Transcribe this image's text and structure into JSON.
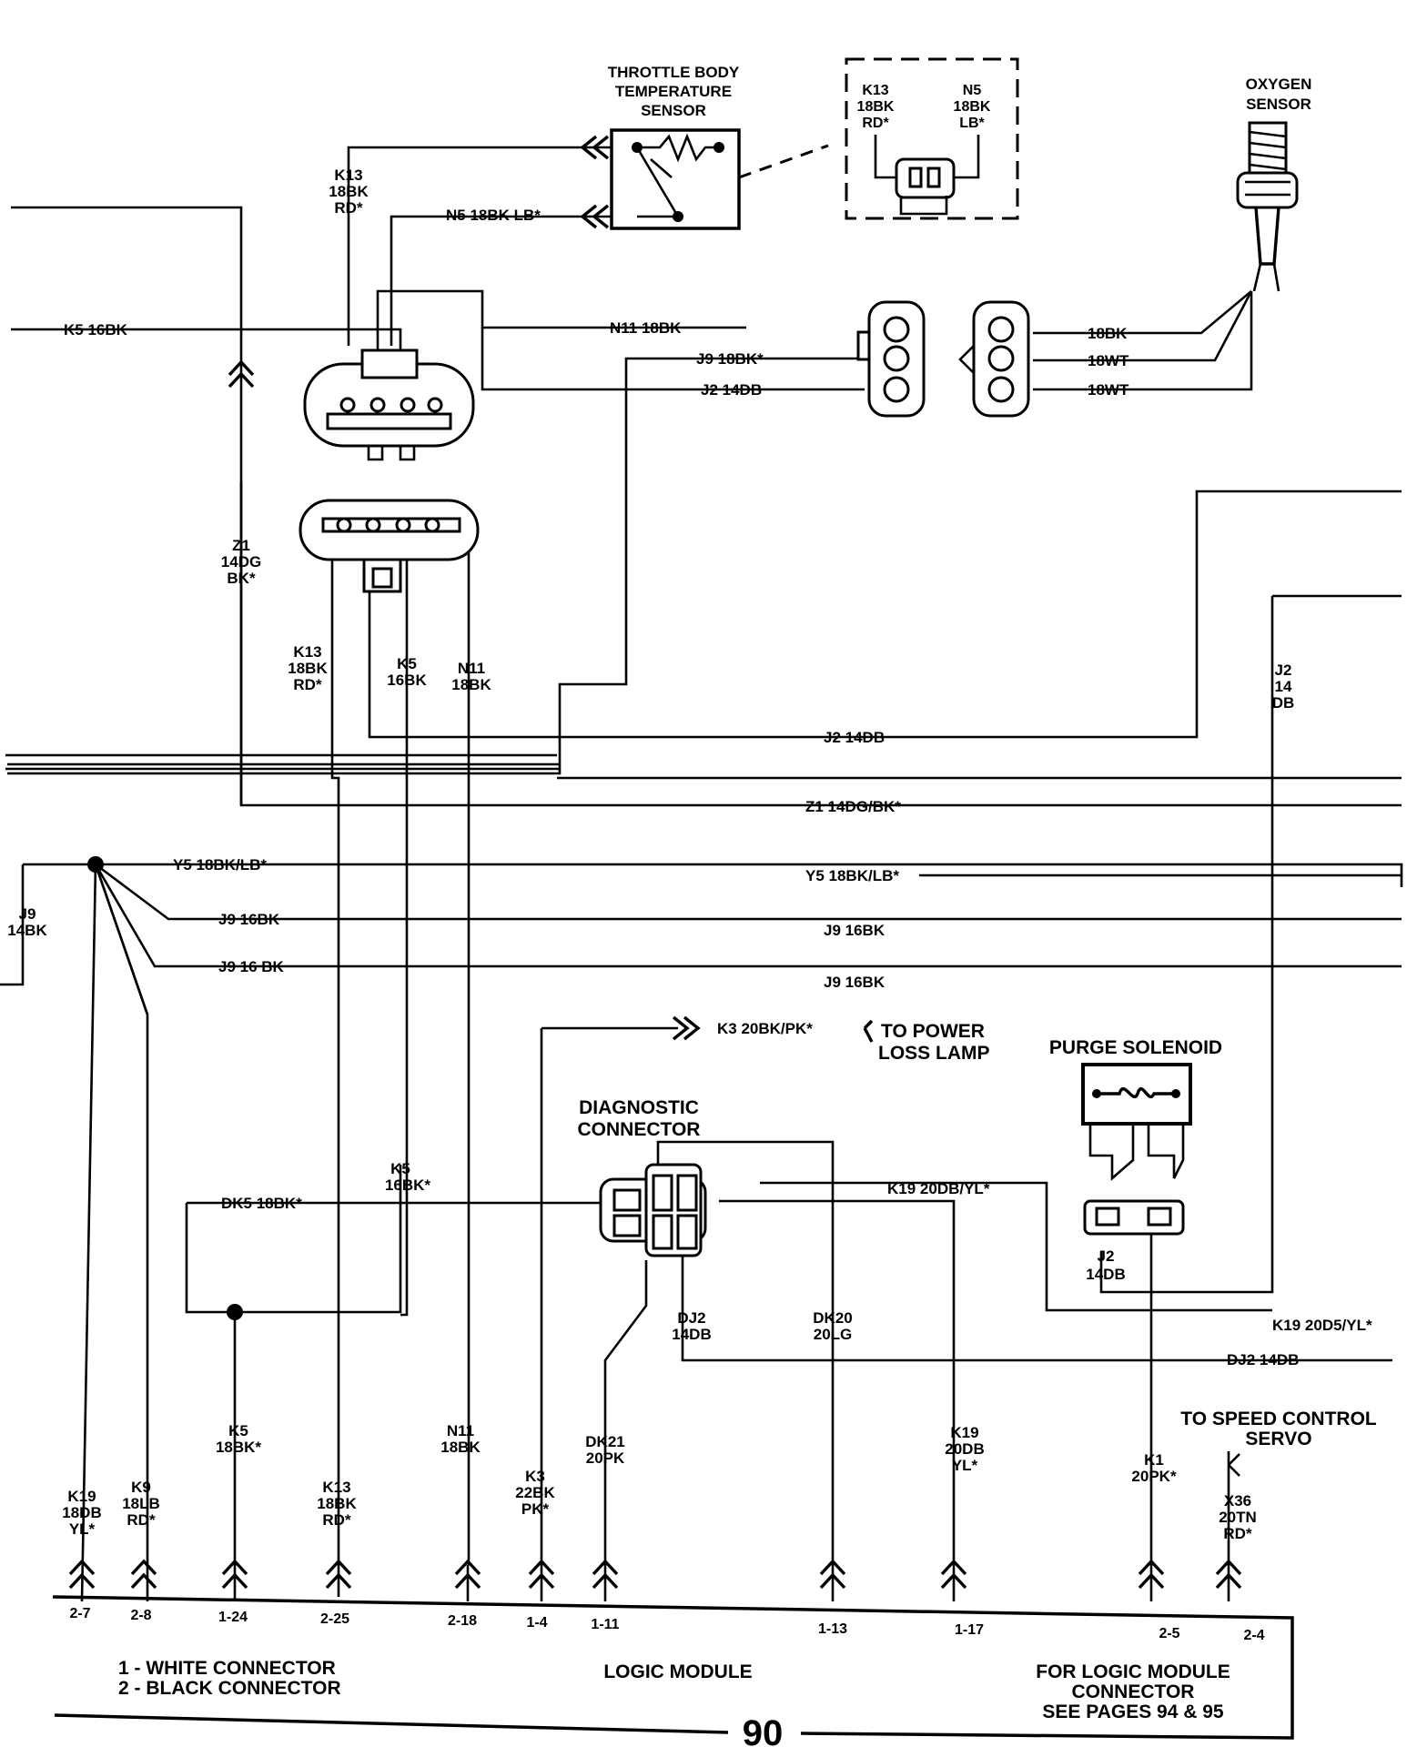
{
  "components": {
    "tbts": {
      "l1": "THROTTLE BODY",
      "l2": "TEMPERATURE",
      "l3": "SENSOR"
    },
    "tbts_conn": {
      "p1a": "K13",
      "p1b": "18BK",
      "p1c": "RD*",
      "p2a": "N5",
      "p2b": "18BK",
      "p2c": "LB*"
    },
    "oxygen": {
      "l1": "OXYGEN",
      "l2": "SENSOR"
    },
    "purge": {
      "title": "PURGE SOLENOID"
    },
    "diag": {
      "l1": "DIAGNOSTIC",
      "l2": "CONNECTOR"
    },
    "power_loss": {
      "l1": "TO POWER",
      "l2": "LOSS LAMP"
    },
    "speed_control": {
      "l1": "TO SPEED CONTROL",
      "l2": "SERVO"
    },
    "logic": {
      "title": "LOGIC MODULE",
      "legend1": "1 - WHITE CONNECTOR",
      "legend2": "2 - BLACK CONNECTOR",
      "note1": "FOR LOGIC MODULE",
      "note2": "CONNECTOR",
      "note3": "SEE PAGES 94 & 95"
    }
  },
  "wires": {
    "k13_top": {
      "a": "K13",
      "b": "18BK",
      "c": "RD*"
    },
    "n5": "N5 18BK LB*",
    "k5": "K5 16BK",
    "n11": "N11 18BK",
    "j9a": "J9 18BK*",
    "j2a": "J2 14DB",
    "o2_1": "18BK",
    "o2_2": "18WT",
    "o2_3": "18WT",
    "z1_v": {
      "a": "Z1",
      "b": "14DG",
      "c": "BK*"
    },
    "k13_mid": {
      "a": "K13",
      "b": "18BK",
      "c": "RD*"
    },
    "k5_mid": {
      "a": "K5",
      "b": "16BK"
    },
    "n11_mid": {
      "a": "N11",
      "b": "18BK"
    },
    "j2_v": {
      "a": "J2",
      "b": "14",
      "c": "DB"
    },
    "j2_h": "J2 14DB",
    "z1_h": "Z1 14DG/BK*",
    "y5_left": "Y5 18BK/LB*",
    "y5_right": "Y5 18BK/LB*",
    "j9_v": {
      "a": "J9",
      "b": "14BK"
    },
    "j9_16a": "J9 16BK",
    "j9_16b": "J9 16 BK",
    "j9_16c": "J9 16BK",
    "j9_16d": "J9 16BK",
    "k3_h": "K3 20BK/PK*",
    "k5_lower": {
      "a": "K5",
      "b": "16BK*"
    },
    "dk5": "DK5 18BK*",
    "k19_h": "K19 20DB/YL*",
    "j2_purge": {
      "a": "J2",
      "b": "14DB"
    },
    "k19_right": "K19 20D5/YL*",
    "dj2_v": {
      "a": "DJ2",
      "b": "14DB"
    },
    "dk20": {
      "a": "DK20",
      "b": "20LG"
    },
    "dj2_h": "DJ2 14DB",
    "k19_bot": {
      "a": "K19",
      "b": "18DB",
      "c": "YL*"
    },
    "k9": {
      "a": "K9",
      "b": "18LB",
      "c": "RD*"
    },
    "k5_bot": {
      "a": "K5",
      "b": "18BK*"
    },
    "k13_bot": {
      "a": "K13",
      "b": "18BK",
      "c": "RD*"
    },
    "n11_bot": {
      "a": "N11",
      "b": "18BK"
    },
    "k3_bot": {
      "a": "K3",
      "b": "22BK",
      "c": "PK*"
    },
    "dk21": {
      "a": "DK21",
      "b": "20PK"
    },
    "k19_b2": {
      "a": "K19",
      "b": "20DB",
      "c": "YL*"
    },
    "k1": {
      "a": "K1",
      "b": "20PK*"
    },
    "x36": {
      "a": "X36",
      "b": "20TN",
      "c": "RD*"
    }
  },
  "pins": [
    "2-7",
    "2-8",
    "1-24",
    "2-25",
    "2-18",
    "1-4",
    "1-11",
    "1-13",
    "1-17",
    "2-5",
    "2-4"
  ],
  "page_number": "90"
}
